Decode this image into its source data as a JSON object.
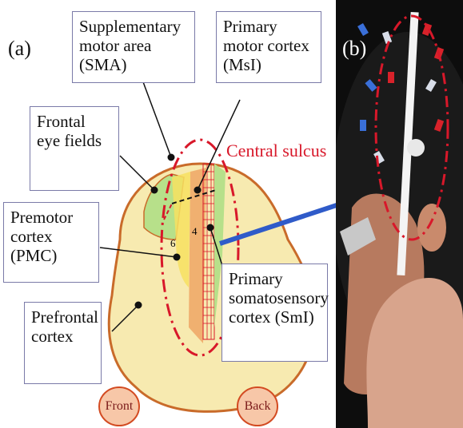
{
  "panels": {
    "a": "(a)",
    "b": "(b)"
  },
  "labels": {
    "sma": "Supplementary motor area (SMA)",
    "msi": "Primary motor cortex (MsI)",
    "fef": "Frontal eye fields",
    "pmc": "Premotor cortex (PMC)",
    "pfc": "Prefrontal cortex",
    "smi": "Primary somatosensory cortex (SmI)"
  },
  "central_sulcus": "Central sulcus",
  "area_numbers": {
    "six": "6",
    "four": "4"
  },
  "orientation": {
    "front": "Front",
    "back": "Back"
  },
  "colors": {
    "brain_fill": "#f7eab0",
    "fef_green": "#b7e08a",
    "motor_orange": "#f0b070",
    "premotor_yellow": "#f7e060",
    "dashed_red": "#d8182a",
    "arrow_blue": "#2f5bc9",
    "arrow_light": "#bfe9f0"
  }
}
